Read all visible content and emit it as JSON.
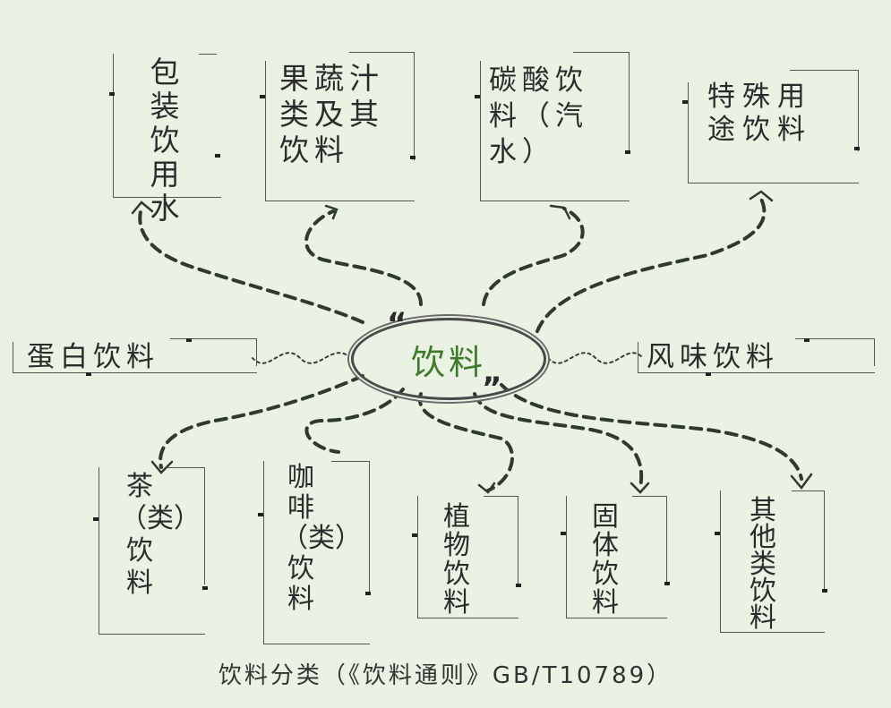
{
  "center": {
    "label": "饮料"
  },
  "categories": {
    "packaged_water": "包装饮用水",
    "juice": "果蔬汁类及其饮料",
    "carbonated": "碳酸饮料（汽水）",
    "special_use": "特殊用途饮料",
    "protein": "蛋白饮料",
    "flavored": "风味饮料",
    "tea": "茶（类）饮料",
    "coffee": "咖啡（类）饮料",
    "plant": "植物饮料",
    "solid": "固体饮料",
    "other": "其他类饮料"
  },
  "caption": "饮料分类（《饮料通则》GB/T10789）"
}
